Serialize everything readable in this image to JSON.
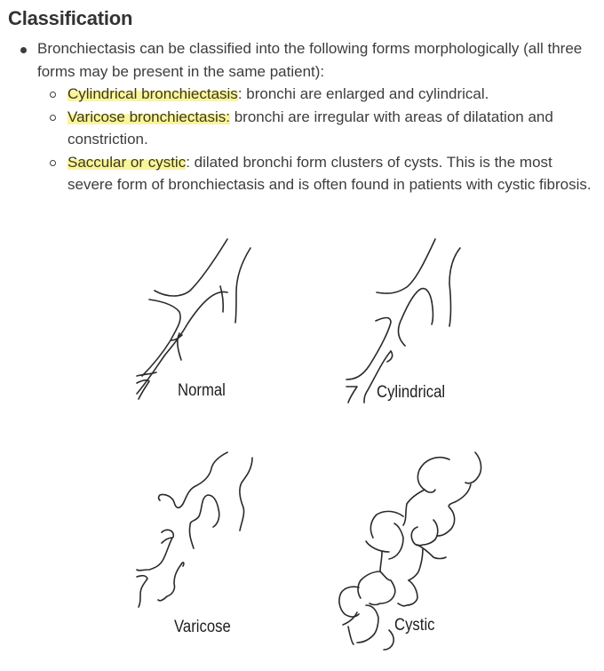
{
  "heading": "Classification",
  "intro": {
    "text": "Bronchiectasis can be classified into the following forms morphologically (all three forms may be present in the same patient):"
  },
  "forms": [
    {
      "term": "Cylindrical bronchiectasis",
      "separator": ":",
      "description": " bronchi are enlarged and cylindrical."
    },
    {
      "term": "Varicose bronchiectasis:",
      "separator": "",
      "description": " bronchi are irregular with areas of dilatation and constriction."
    },
    {
      "term": "Saccular or cystic",
      "separator": ":",
      "description": " dilated bronchi form clusters of cysts. This is the most severe form of bronchiectasis and is often found in patients with cystic fibrosis."
    }
  ],
  "highlight_color": "#fbf59a",
  "figure": {
    "labels": {
      "normal": "Normal",
      "cylindrical": "Cylindrical",
      "varicose": "Varicose",
      "cystic": "Cystic"
    }
  }
}
